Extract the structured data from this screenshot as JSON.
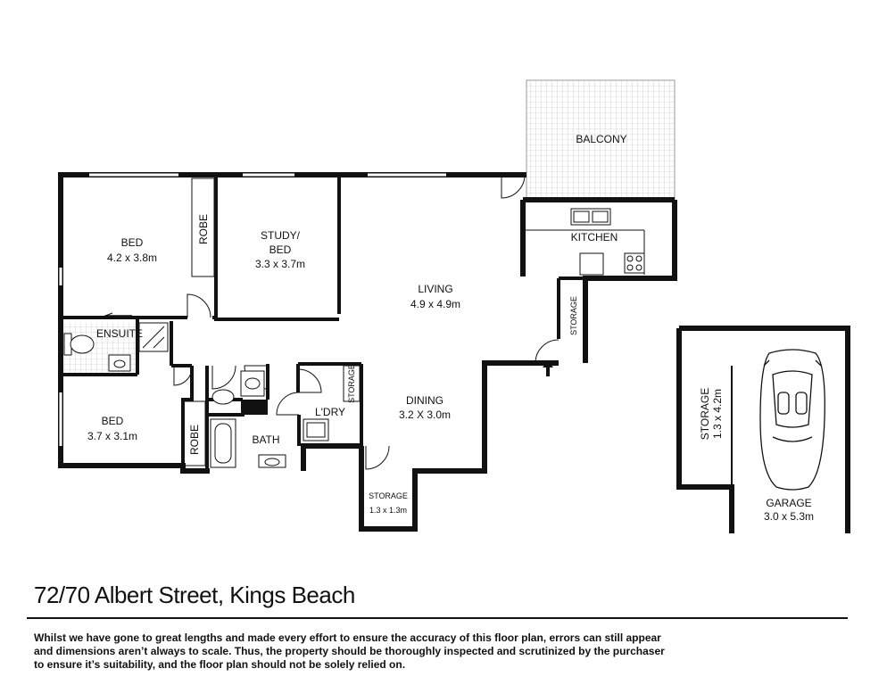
{
  "rooms": {
    "balcony": "BALCONY",
    "kitchen": "KITCHEN",
    "bed1": {
      "name": "BED",
      "size": "4.2 x 3.8m"
    },
    "robe1": "ROBE",
    "study": {
      "name1": "STUDY/",
      "name2": "BED",
      "size": "3.3 x 3.7m"
    },
    "living": {
      "name": "LIVING",
      "size": "4.9 x 4.9m"
    },
    "storage_hall": "STORAGE",
    "ensuite": "ENSUITE",
    "bed2": {
      "name": "BED",
      "size": "3.7 x 3.1m"
    },
    "robe2": "ROBE",
    "bath": "BATH",
    "laundry": "L'DRY",
    "storage_laundry": "STORAGE",
    "dining": {
      "name": "DINING",
      "size": "3.2 X 3.0m"
    },
    "storage_small": {
      "name": "STORAGE",
      "size": "1.3 x 1.3m"
    },
    "garage_storage": {
      "name": "STORAGE",
      "size": "1.3 x 4.2m"
    },
    "garage": {
      "name": "GARAGE",
      "size": "3.0 x 5.3m"
    }
  },
  "address": "72/70 Albert Street, Kings Beach",
  "disclaimer": [
    "Whilst we have gone to great lengths and made every effort to ensure the accuracy of this floor plan, errors can still appear",
    "and dimensions aren’t always to scale. Thus, the property should be thoroughly inspected and scrutinized by the purchaser",
    "to ensure it’s suitability, and the floor plan should not be solely relied on."
  ]
}
